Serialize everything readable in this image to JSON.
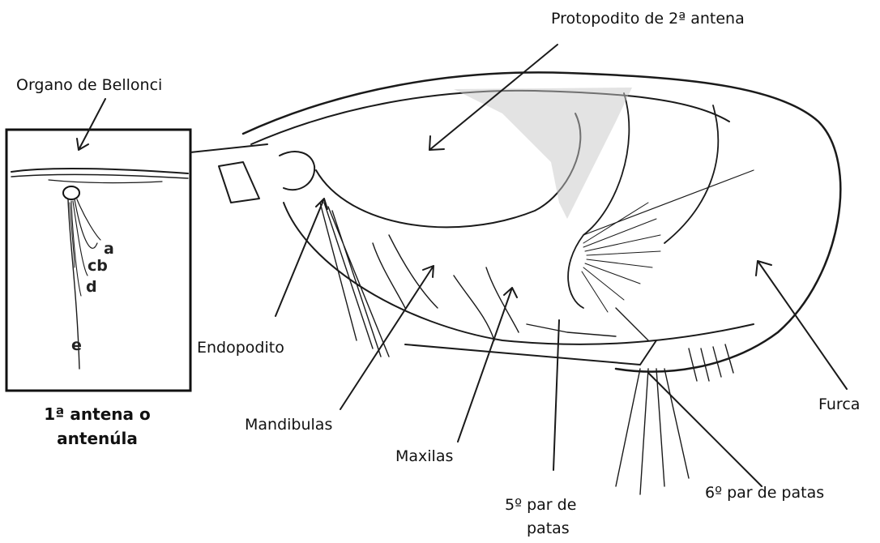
{
  "labels": {
    "protopodito": "Protopodito de 2ª antena",
    "organo": "Organo de Bellonci",
    "endopodito": "Endopodito",
    "antena_line1": "1ª antena o",
    "antena_line2": "antenúla",
    "mandibulas": "Mandibulas",
    "maxilas": "Maxilas",
    "par5_line1": "5º par de",
    "par5_line2": "patas",
    "par6": "6º par de patas",
    "furca": "Furca"
  },
  "inset_letters": [
    "a",
    "cb",
    "d",
    "e"
  ],
  "colors": {
    "ink": "#1a1a1a",
    "stipple": "#9a9a9a"
  }
}
